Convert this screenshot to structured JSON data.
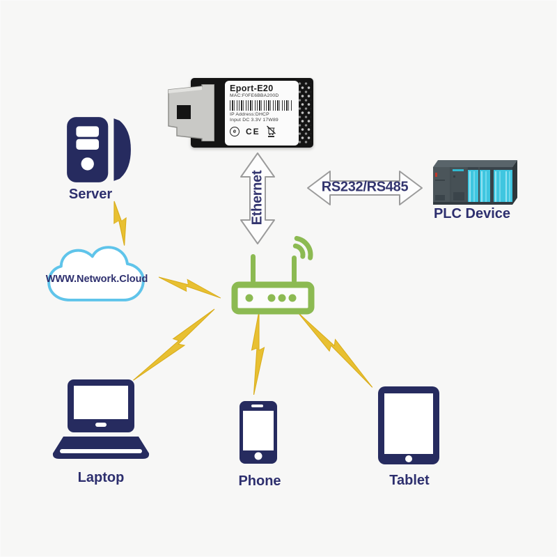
{
  "module": {
    "title": "Eport-E20",
    "mac": "MAC:F0FE6BBA200D",
    "ip": "IP Address:DHCP",
    "input": "Input DC 3.3V  17W89",
    "e_logo": "e",
    "ce_mark": "CE"
  },
  "connections": {
    "ethernet_label": "Ethernet",
    "serial_label": "RS232/RS485"
  },
  "devices": {
    "server": {
      "label": "Server"
    },
    "plc": {
      "label": "PLC Device"
    },
    "cloud": {
      "label": "WWW.Network.Cloud"
    },
    "laptop": {
      "label": "Laptop"
    },
    "phone": {
      "label": "Phone"
    },
    "tablet": {
      "label": "Tablet"
    }
  },
  "colors": {
    "navy": "#2d2f6e",
    "router_green": "#8cba52",
    "bolt_yellow": "#e8c032",
    "cloud_blue": "#5fc4ea",
    "plc_cyan": "#3fc6e0",
    "arrow_outline": "#9b9b9b",
    "background": "#f7f7f6"
  }
}
